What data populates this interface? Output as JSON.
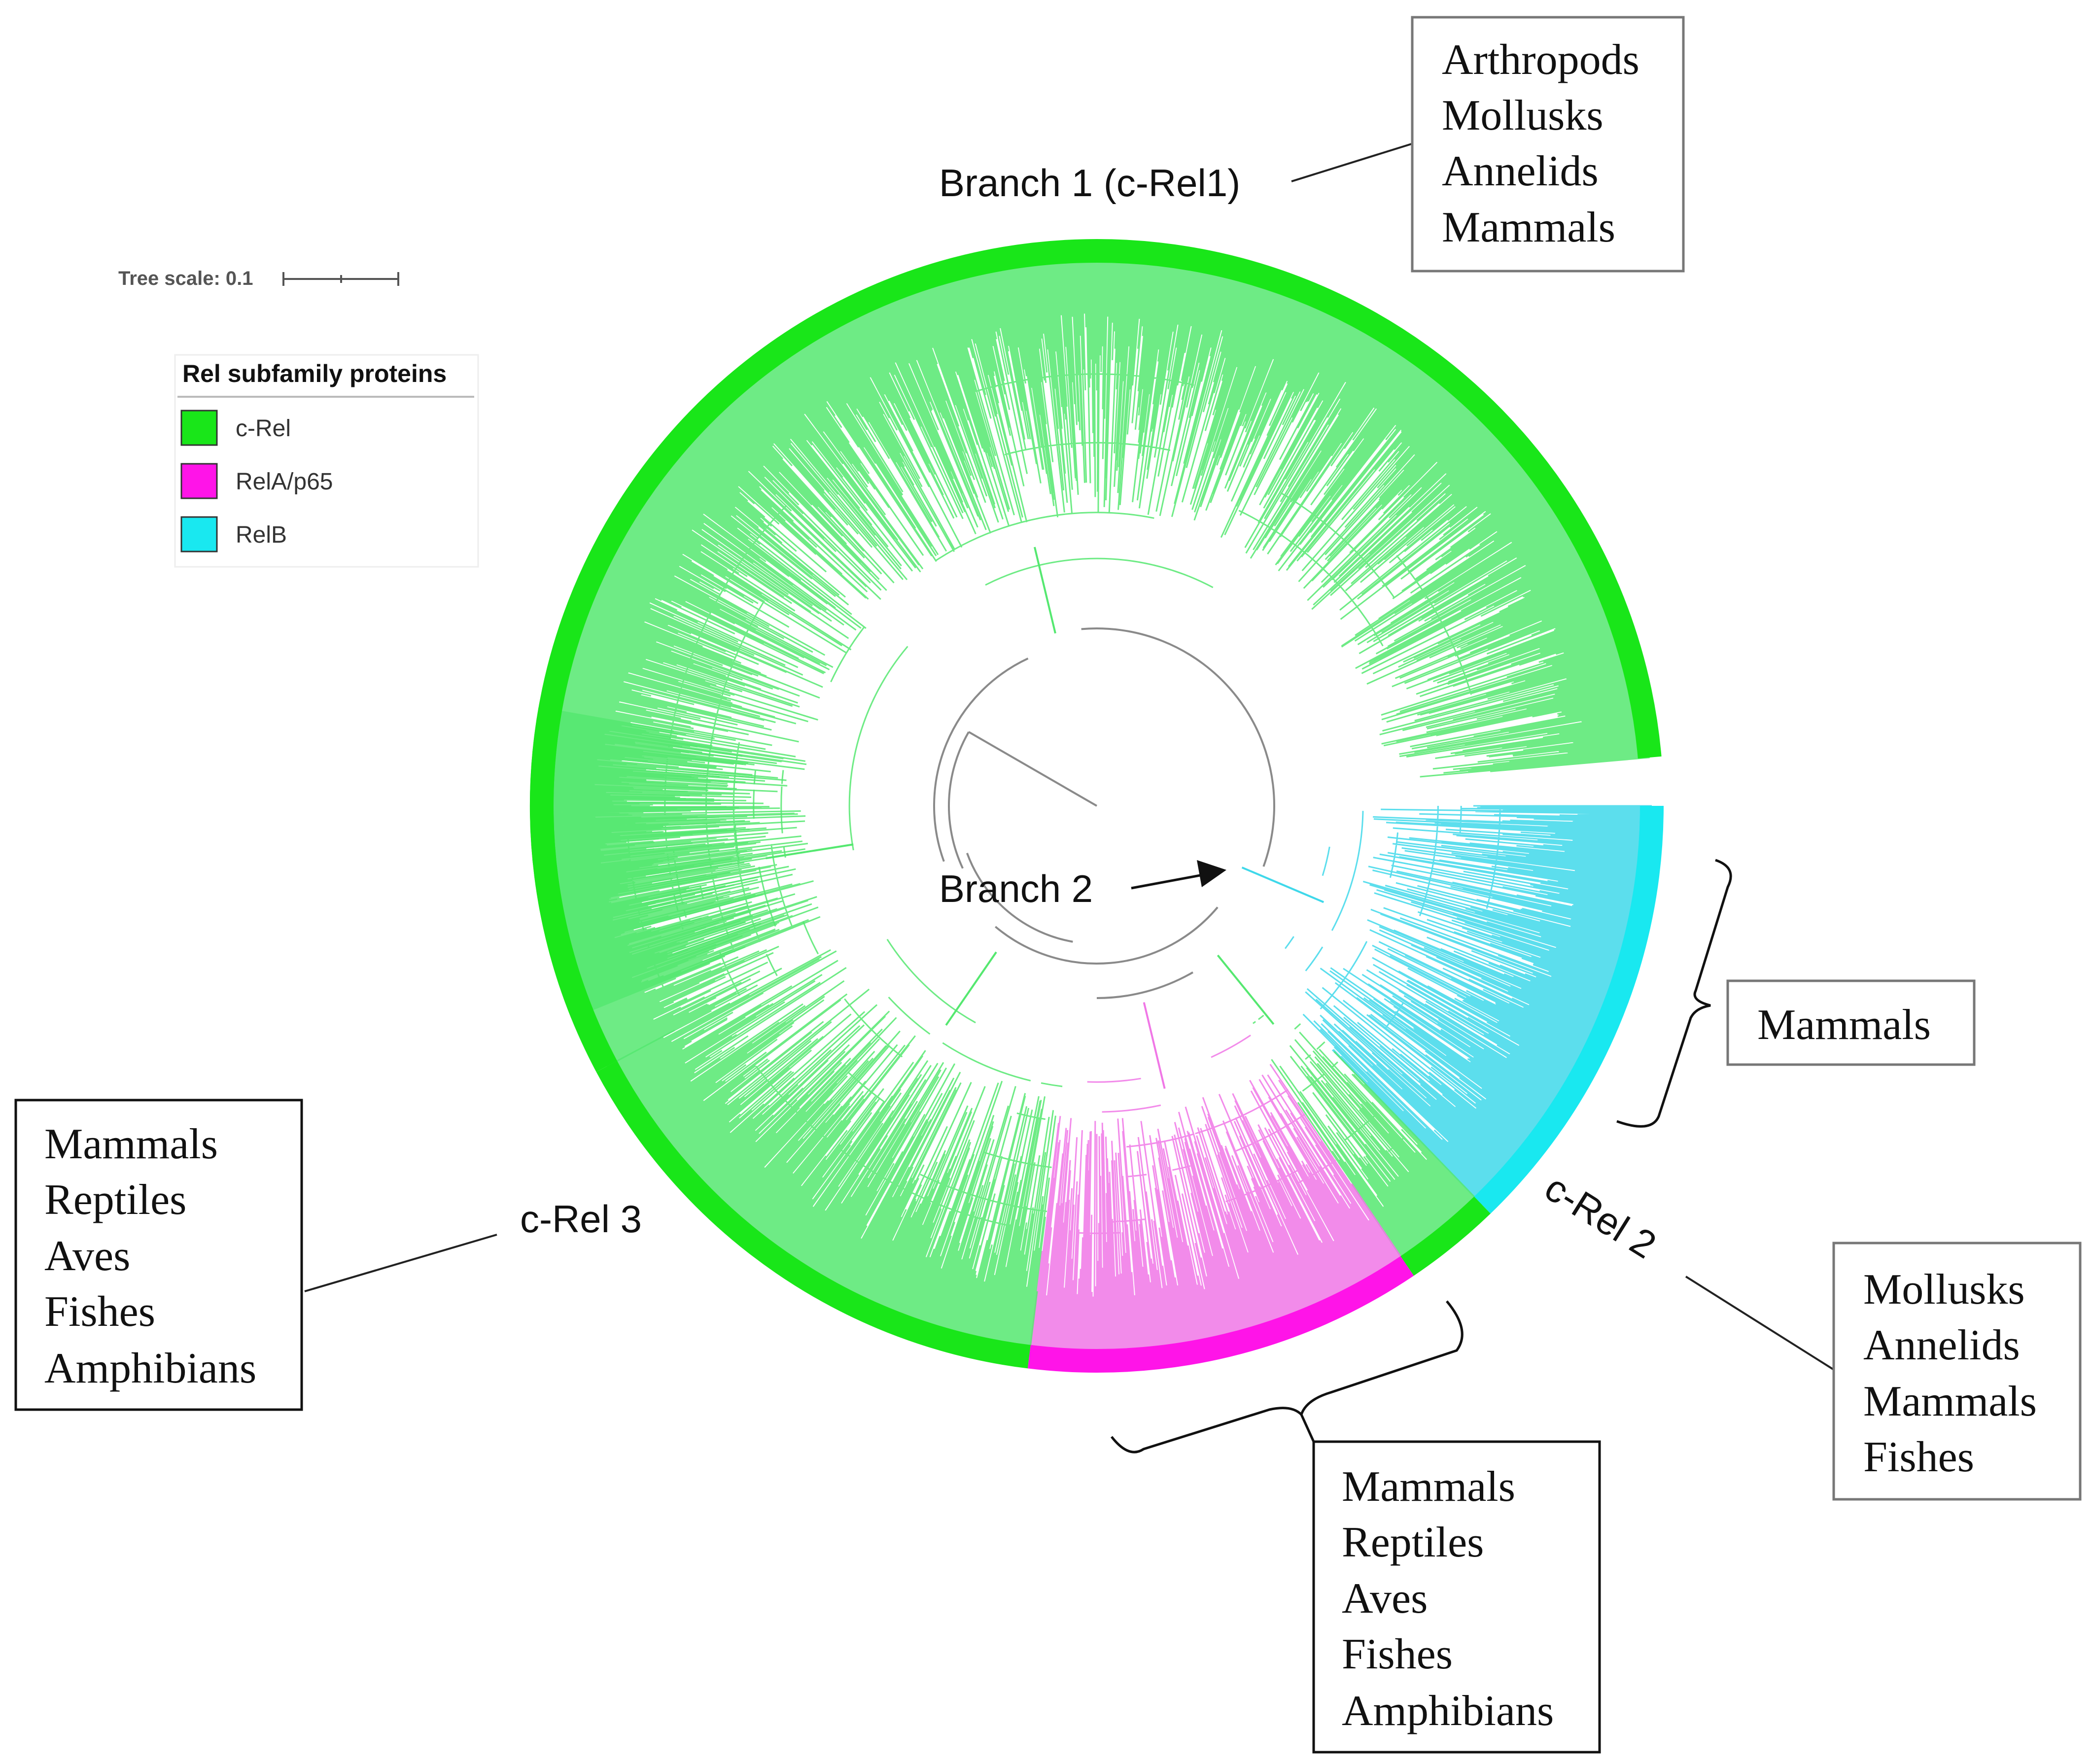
{
  "tree_scale": {
    "label": "Tree scale: 0.1"
  },
  "legend": {
    "title": "Rel subfamily proteins",
    "items": [
      {
        "label": "c-Rel",
        "color": "#19e619"
      },
      {
        "label": "RelA/p65",
        "color": "#ff14e8"
      },
      {
        "label": "RelB",
        "color": "#19e8f0"
      }
    ]
  },
  "clades": [
    {
      "name": "c-Rel",
      "subfamily": "c-Rel",
      "start_deg": 5,
      "end_deg": 202,
      "color": "#19e619",
      "branch_color": "#55e870"
    },
    {
      "name": "RelB",
      "subfamily": "RelB",
      "start_deg": -46,
      "end_deg": 0,
      "color": "#19e8f0",
      "branch_color": "#3fd8ea"
    },
    {
      "name": "c-Rel",
      "subfamily": "c-Rel",
      "start_deg": -56,
      "end_deg": -46,
      "color": "#19e619",
      "branch_color": "#55e870"
    },
    {
      "name": "RelA/p65",
      "subfamily": "RelA/p65",
      "start_deg": -97,
      "end_deg": -56,
      "color": "#ff14e8",
      "branch_color": "#f077e6"
    },
    {
      "name": "c-Rel",
      "subfamily": "c-Rel",
      "start_deg": -152,
      "end_deg": -97,
      "color": "#19e619",
      "branch_color": "#55e870"
    },
    {
      "name": "c-Rel",
      "subfamily": "c-Rel",
      "start_deg": 170,
      "end_deg": 208,
      "color": "#19e619",
      "branch_color": "#55e870"
    }
  ],
  "labels": {
    "branch1": "Branch 1 (c-Rel1)",
    "branch2": "Branch 2",
    "crel2": "c-Rel 2",
    "crel3": "c-Rel 3"
  },
  "boxes": {
    "branch1_taxa": [
      "Arthropods",
      "Mollusks",
      "Annelids",
      "Mammals"
    ],
    "relb_taxa": [
      "Mammals"
    ],
    "crel3_taxa": [
      "Mammals",
      "Reptiles",
      "Aves",
      "Fishes",
      "Amphibians"
    ],
    "crel2_taxa": [
      "Mollusks",
      "Annelids",
      "Mammals",
      "Fishes"
    ],
    "rela_taxa": [
      "Mammals",
      "Reptiles",
      "Aves",
      "Fishes",
      "Amphibians"
    ]
  }
}
